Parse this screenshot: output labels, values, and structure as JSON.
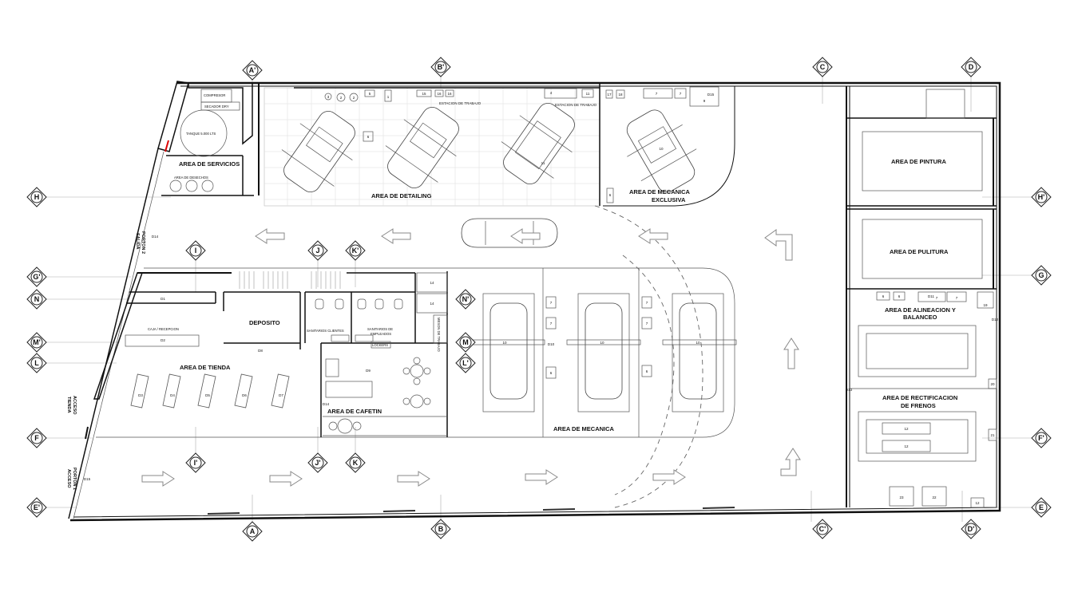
{
  "rooms": {
    "servicios": "AREA DE SERVICIOS",
    "compresor": "COMPRESOR",
    "secador": "SECADOR DRY",
    "tanque": "TANQUE 5.000 LTS",
    "desechos": "AREA DE DESECHOS",
    "detailing": "AREA DE DETAILING",
    "estacion1": "ESTACION DE TRABAJO",
    "estacion2": "ESTACION DE TRABAJO",
    "mecanica_excl_1": "AREA DE MECANICA",
    "mecanica_excl_2": "EXCLUSIVA",
    "pintura": "AREA DE PINTURA",
    "pulitura": "AREA DE PULITURA",
    "alineacion_1": "AREA DE ALINEACION Y",
    "alineacion_2": "BALANCEO",
    "frenos_1": "AREA DE RECTIFICACION",
    "frenos_2": "DE FRENOS",
    "deposito": "DEPOSITO",
    "caja": "CAJA / RECEPCION",
    "tienda": "AREA DE TIENDA",
    "san_clientes": "SANITARIOS CLIENTES",
    "san_empleados_1": "SANITARIOS DE",
    "san_empleados_2": "EMPLEADOS",
    "lockers": "LOCKERS",
    "meson": "MESON DE TRABAJO",
    "cafetin": "AREA DE CAFETIN",
    "mecanica": "AREA DE MECANICA"
  },
  "entrances": {
    "porton2_a": "PORTON 2",
    "porton2_b": "SALIDA",
    "acceso_tienda_a": "ACCESO",
    "acceso_tienda_b": "TIENDA",
    "porton1_a": "PORTON 1",
    "porton1_b": "ACCESO"
  },
  "axes": {
    "A1": "A'",
    "B1": "B'",
    "C": "C",
    "D": "D",
    "A": "A",
    "B": "B",
    "C1": "C'",
    "D1": "D'",
    "H": "H",
    "G1": "G'",
    "N": "N",
    "M1": "M'",
    "L": "L",
    "F": "F",
    "E1": "E'",
    "H1": "H'",
    "G": "G",
    "F1": "F'",
    "E": "E",
    "I": "I",
    "J": "J",
    "K1": "K'",
    "I1": "I'",
    "J1": "J'",
    "K": "K",
    "N1": "N'",
    "M": "M",
    "L1": "L'"
  },
  "tags": {
    "d1": "D1",
    "d2": "D2",
    "d3": "D3",
    "d4": "D4",
    "d5": "D5",
    "d6": "D6",
    "d7": "D7",
    "d8": "D8",
    "d9": "D9",
    "d10": "D10",
    "d11": "D11",
    "d12": "D12",
    "d13": "D13",
    "d14": "D14",
    "d15": "D15",
    "n1": "1",
    "n2": "2",
    "n3": "3",
    "n4": "4",
    "n5": "5",
    "n6": "6",
    "n7": "7",
    "n9": "9",
    "n10": "10",
    "n11": "11",
    "n12": "12",
    "n14": "14",
    "n15": "15",
    "n16": "16",
    "n17": "17",
    "n18": "18",
    "n19": "19",
    "n20": "20",
    "n21": "21",
    "n22": "22",
    "n23": "23"
  }
}
